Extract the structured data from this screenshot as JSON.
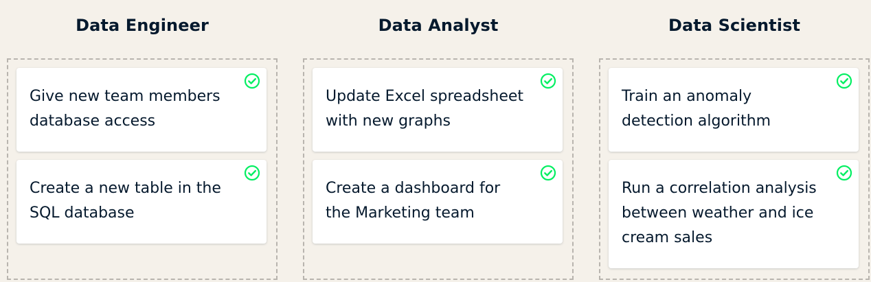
{
  "columns": [
    {
      "title": "Data Engineer",
      "cards": [
        {
          "text": "Give new team members database access",
          "status_icon": "check-circle-icon"
        },
        {
          "text": "Create a new table in the SQL database",
          "status_icon": "check-circle-icon"
        }
      ]
    },
    {
      "title": "Data Analyst",
      "cards": [
        {
          "text": "Update Excel spreadsheet with new graphs",
          "status_icon": "check-circle-icon"
        },
        {
          "text": "Create a dashboard for the Marketing team",
          "status_icon": "check-circle-icon"
        }
      ]
    },
    {
      "title": "Data Scientist",
      "cards": [
        {
          "text": "Train an anomaly detection algorithm",
          "status_icon": "check-circle-icon"
        },
        {
          "text": "Run a correlation analysis between weather and ice cream sales",
          "status_icon": "check-circle-icon"
        }
      ]
    }
  ],
  "colors": {
    "background": "#f5f1ea",
    "text": "#05192d",
    "check": "#03ef62",
    "dashed_border": "#b8b4ae"
  }
}
